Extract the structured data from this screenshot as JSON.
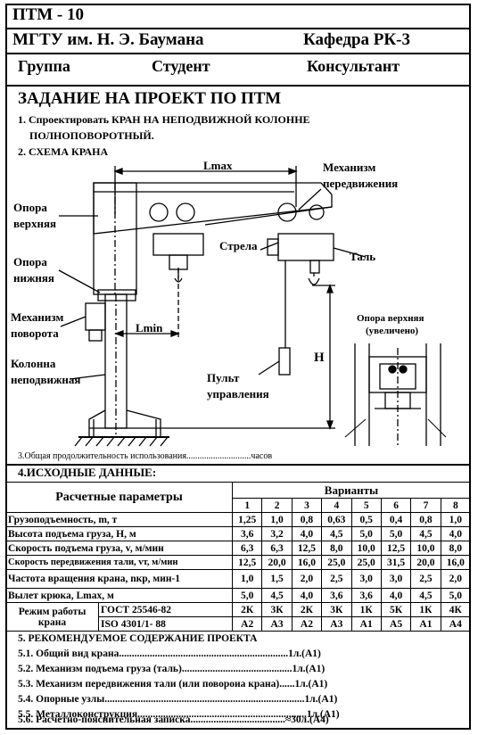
{
  "header": {
    "code": "ПТМ - 10",
    "university": "МГТУ им. Н. Э. Баумана",
    "department": "Кафедра  РК-3",
    "group": "Группа",
    "student": "Студент",
    "consultant": "Консультант"
  },
  "task": {
    "title": "ЗАДАНИЕ  НА  ПРОЕКТ  ПО  ПТМ",
    "item1_line1": "1. Спроектировать  КРАН  НА  НЕПОДВИЖНОЙ  КОЛОННЕ",
    "item1_line2": "ПОЛНОПОВОРОТНЫЙ.",
    "item2": "2. СХЕМА  КРАНА"
  },
  "diagram": {
    "lmax": "Lmax",
    "lmin": "Lmin",
    "height": "Н",
    "labels": {
      "upper_support": [
        "Опора",
        "верхняя"
      ],
      "lower_support": [
        "Опора",
        "нижняя"
      ],
      "rotation_mech": [
        "Механизм",
        "поворота"
      ],
      "column": [
        "Колонна",
        "неподвижная"
      ],
      "travel_mech": [
        "Механизм",
        "передвижения"
      ],
      "boom": "Стрела",
      "hoist": "Таль",
      "pendant": [
        "Пульт",
        "управления"
      ],
      "inset_title": [
        "Опора верхняя",
        "(увеличено)"
      ]
    }
  },
  "usage": "3.Общая продолжительность использования.............................часов",
  "input_title": "4.ИСХОДНЫЕ  ДАННЫЕ:",
  "table": {
    "param_header": "Расчетные  параметры",
    "variants_header": "Варианты",
    "variants": [
      "1",
      "2",
      "3",
      "4",
      "5",
      "6",
      "7",
      "8"
    ],
    "rows": [
      {
        "label": "Грузоподъемность, m, т",
        "values": [
          "1,25",
          "1,0",
          "0,8",
          "0,63",
          "0,5",
          "0,4",
          "0,8",
          "1,0"
        ]
      },
      {
        "label": "Высота подъема груза, Н, м",
        "values": [
          "3,6",
          "3,2",
          "4,0",
          "4,5",
          "5,0",
          "5,0",
          "4,5",
          "4,0"
        ]
      },
      {
        "label": "Скорость подъема груза, v, м/мин",
        "values": [
          "6,3",
          "6,3",
          "12,5",
          "8,0",
          "10,0",
          "12,5",
          "10,0",
          "8,0"
        ]
      },
      {
        "label": "Скорость передвижения тали, vт, м/мин",
        "values": [
          "12,5",
          "20,0",
          "16,0",
          "25,0",
          "25,0",
          "31,5",
          "20,0",
          "16,0"
        ]
      },
      {
        "label": "Частота вращения крана, nкр, мин-1",
        "values": [
          "1,0",
          "1,5",
          "2,0",
          "2,5",
          "3,0",
          "3,0",
          "2,5",
          "2,0"
        ]
      },
      {
        "label": "Вылет крюка, Lmax, м",
        "values": [
          "5,0",
          "4,5",
          "4,0",
          "3,6",
          "3,6",
          "4,0",
          "4,5",
          "5,0"
        ]
      }
    ],
    "mode_label": [
      "Режим работы",
      "крана"
    ],
    "mode_rows": [
      {
        "std": "ГОСТ 25546-82",
        "values": [
          "2К",
          "3К",
          "2К",
          "3К",
          "1К",
          "5К",
          "1К",
          "4К"
        ]
      },
      {
        "std": "ISO 4301/1- 88",
        "values": [
          "А2",
          "А3",
          "А2",
          "А3",
          "А1",
          "А5",
          "А1",
          "А4"
        ]
      }
    ]
  },
  "contents": {
    "title": "5. РЕКОМЕНДУЕМОЕ  СОДЕРЖАНИЕ  ПРОЕКТА",
    "items": [
      "5.1. Общий вид крана..................................................................1л.(А1)",
      "5.2. Механизм подъема груза (таль)...........................................1л.(А1)",
      "5.3. Механизм передвижения тали (или повороиа крана)......1л.(А1)",
      "5.4. Опорные узлы..............................................................................1л.(А1)",
      "5.5. Металлоконструкция..................................................................1л.(А1)",
      "5.6. Расчетно-пояснительная записка.....................................≈30л.(А4)"
    ]
  }
}
